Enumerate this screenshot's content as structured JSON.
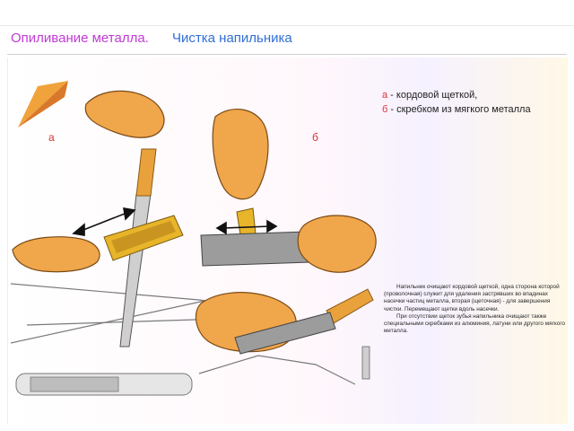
{
  "title": {
    "main": "Опиливание металла.",
    "sub": "Чистка напильника"
  },
  "figure_labels": {
    "a": "а",
    "b": "б"
  },
  "legend": [
    {
      "key": "а",
      "text": " - кордовой щеткой,"
    },
    {
      "key": "б",
      "text": " - скребком из мягкого металла"
    }
  ],
  "description": [
    "Напильник очищают кордовой щеткой, одна сторона которой (проволочная) служит для удаления застрявших во впадинах насечки частиц металла, вторая (щеточная) - для завершения чистки. Перемещают щетки вдоль насечки.",
    "При отсутствии щеток зубья напильника очищают также специальными скребками из алюминия, латуни или другого мягкого металла."
  ]
}
